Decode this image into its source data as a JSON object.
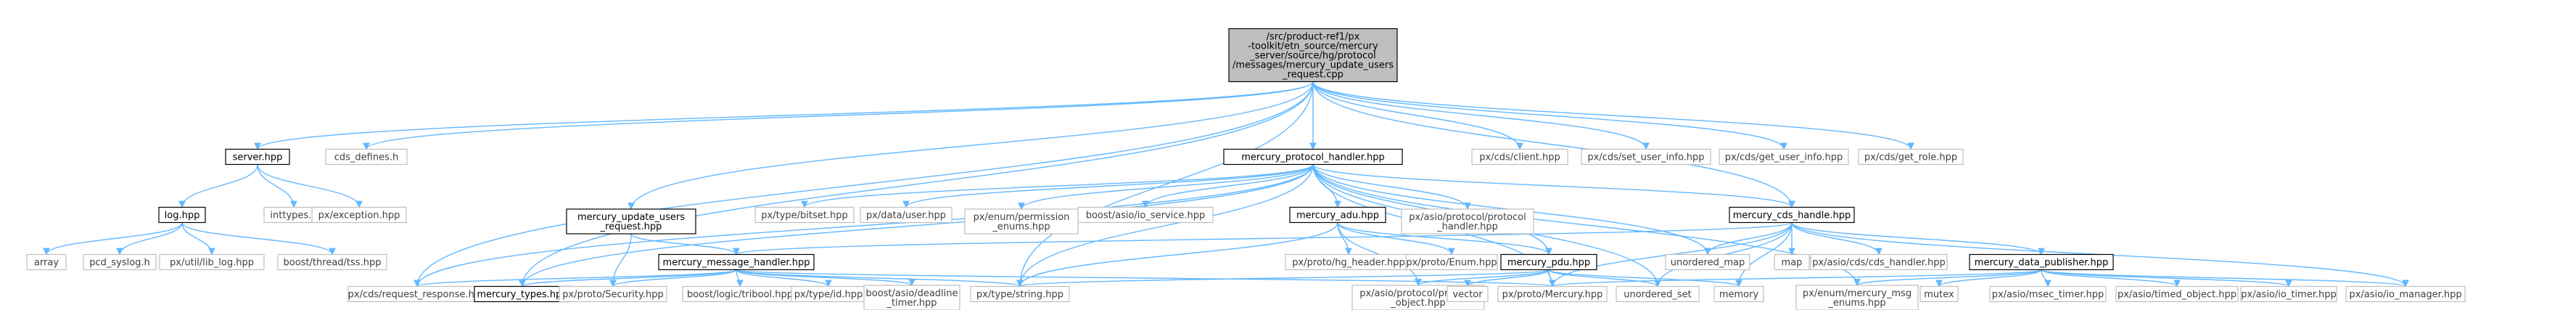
{
  "graph": {
    "root": "root",
    "nodes": [
      {
        "id": "root",
        "lines": [
          "/src/product-ref1/px",
          "-toolkit/etn_source/mercury",
          "_server/source/hg/protocol",
          "/messages/mercury_update_users",
          "_request.cpp"
        ],
        "style": "root"
      },
      {
        "id": "server_hpp",
        "lines": [
          "server.hpp"
        ],
        "style": "documented"
      },
      {
        "id": "cds_defines",
        "lines": [
          "cds_defines.h"
        ],
        "style": "plain"
      },
      {
        "id": "mph",
        "lines": [
          "mercury_protocol_handler.hpp"
        ],
        "style": "documented"
      },
      {
        "id": "client",
        "lines": [
          "px/cds/client.hpp"
        ],
        "style": "plain"
      },
      {
        "id": "set_user_info",
        "lines": [
          "px/cds/set_user_info.hpp"
        ],
        "style": "plain"
      },
      {
        "id": "get_user_info",
        "lines": [
          "px/cds/get_user_info.hpp"
        ],
        "style": "plain"
      },
      {
        "id": "get_role",
        "lines": [
          "px/cds/get_role.hpp"
        ],
        "style": "plain"
      },
      {
        "id": "log_hpp",
        "lines": [
          "log.hpp"
        ],
        "style": "documented"
      },
      {
        "id": "inttypes",
        "lines": [
          "inttypes.h"
        ],
        "style": "plain"
      },
      {
        "id": "exception",
        "lines": [
          "px/exception.hpp"
        ],
        "style": "plain"
      },
      {
        "id": "array",
        "lines": [
          "array"
        ],
        "style": "plain"
      },
      {
        "id": "pcd_syslog",
        "lines": [
          "pcd_syslog.h"
        ],
        "style": "plain"
      },
      {
        "id": "lib_log",
        "lines": [
          "px/util/lib_log.hpp"
        ],
        "style": "plain"
      },
      {
        "id": "tss",
        "lines": [
          "boost/thread/tss.hpp"
        ],
        "style": "plain"
      },
      {
        "id": "update_users",
        "lines": [
          "mercury_update_users",
          "_request.hpp"
        ],
        "style": "documented"
      },
      {
        "id": "bitset",
        "lines": [
          "px/type/bitset.hpp"
        ],
        "style": "plain"
      },
      {
        "id": "user",
        "lines": [
          "px/data/user.hpp"
        ],
        "style": "plain"
      },
      {
        "id": "permission",
        "lines": [
          "px/enum/permission",
          "_enums.hpp"
        ],
        "style": "plain"
      },
      {
        "id": "io_service",
        "lines": [
          "boost/asio/io_service.hpp"
        ],
        "style": "plain"
      },
      {
        "id": "adu",
        "lines": [
          "mercury_adu.hpp"
        ],
        "style": "documented"
      },
      {
        "id": "asio_protocol_handler",
        "lines": [
          "px/asio/protocol/protocol",
          "_handler.hpp"
        ],
        "style": "plain"
      },
      {
        "id": "cds_handle",
        "lines": [
          "mercury_cds_handle.hpp"
        ],
        "style": "documented"
      },
      {
        "id": "msg_handler",
        "lines": [
          "mercury_message_handler.hpp"
        ],
        "style": "documented"
      },
      {
        "id": "hg_header",
        "lines": [
          "px/proto/hg_header.hpp"
        ],
        "style": "plain"
      },
      {
        "id": "proto_enum",
        "lines": [
          "px/proto/Enum.hpp"
        ],
        "style": "plain"
      },
      {
        "id": "pdu",
        "lines": [
          "mercury_pdu.hpp"
        ],
        "style": "documented"
      },
      {
        "id": "unordered_map",
        "lines": [
          "unordered_map"
        ],
        "style": "plain"
      },
      {
        "id": "map",
        "lines": [
          "map"
        ],
        "style": "plain"
      },
      {
        "id": "cds_handler",
        "lines": [
          "px/asio/cds/cds_handler.hpp"
        ],
        "style": "plain"
      },
      {
        "id": "data_publisher",
        "lines": [
          "mercury_data_publisher.hpp"
        ],
        "style": "documented"
      },
      {
        "id": "request_response",
        "lines": [
          "px/cds/request_response.hpp"
        ],
        "style": "plain"
      },
      {
        "id": "mercury_types",
        "lines": [
          "mercury_types.hpp"
        ],
        "style": "documented"
      },
      {
        "id": "security",
        "lines": [
          "px/proto/Security.hpp"
        ],
        "style": "plain"
      },
      {
        "id": "tribool",
        "lines": [
          "boost/logic/tribool.hpp"
        ],
        "style": "plain"
      },
      {
        "id": "type_id",
        "lines": [
          "px/type/id.hpp"
        ],
        "style": "plain"
      },
      {
        "id": "deadline_timer",
        "lines": [
          "boost/asio/deadline",
          "_timer.hpp"
        ],
        "style": "plain"
      },
      {
        "id": "type_string",
        "lines": [
          "px/type/string.hpp"
        ],
        "style": "plain"
      },
      {
        "id": "protocol_object",
        "lines": [
          "px/asio/protocol/protocol",
          "_object.hpp"
        ],
        "style": "plain"
      },
      {
        "id": "vector",
        "lines": [
          "vector"
        ],
        "style": "plain"
      },
      {
        "id": "proto_mercury",
        "lines": [
          "px/proto/Mercury.hpp"
        ],
        "style": "plain"
      },
      {
        "id": "unordered_set",
        "lines": [
          "unordered_set"
        ],
        "style": "plain"
      },
      {
        "id": "memory",
        "lines": [
          "memory"
        ],
        "style": "plain"
      },
      {
        "id": "msg_enums",
        "lines": [
          "px/enum/mercury_msg",
          "_enums.hpp"
        ],
        "style": "plain"
      },
      {
        "id": "mutex",
        "lines": [
          "mutex"
        ],
        "style": "plain"
      },
      {
        "id": "msec_timer",
        "lines": [
          "px/asio/msec_timer.hpp"
        ],
        "style": "plain"
      },
      {
        "id": "timed_object",
        "lines": [
          "px/asio/timed_object.hpp"
        ],
        "style": "plain"
      },
      {
        "id": "io_timer",
        "lines": [
          "px/asio/io_timer.hpp"
        ],
        "style": "plain"
      },
      {
        "id": "io_manager",
        "lines": [
          "px/asio/io_manager.hpp"
        ],
        "style": "plain"
      }
    ],
    "edges": [
      [
        "root",
        "server_hpp"
      ],
      [
        "root",
        "cds_defines"
      ],
      [
        "root",
        "mph"
      ],
      [
        "root",
        "client"
      ],
      [
        "root",
        "set_user_info"
      ],
      [
        "root",
        "get_user_info"
      ],
      [
        "root",
        "get_role"
      ],
      [
        "root",
        "update_users"
      ],
      [
        "root",
        "cds_handle"
      ],
      [
        "root",
        "mercury_types"
      ],
      [
        "root",
        "request_response"
      ],
      [
        "root",
        "type_string"
      ],
      [
        "server_hpp",
        "log_hpp"
      ],
      [
        "server_hpp",
        "inttypes"
      ],
      [
        "server_hpp",
        "exception"
      ],
      [
        "log_hpp",
        "array"
      ],
      [
        "log_hpp",
        "pcd_syslog"
      ],
      [
        "log_hpp",
        "lib_log"
      ],
      [
        "log_hpp",
        "tss"
      ],
      [
        "update_users",
        "msg_handler"
      ],
      [
        "update_users",
        "security"
      ],
      [
        "mph",
        "bitset"
      ],
      [
        "mph",
        "user"
      ],
      [
        "mph",
        "permission"
      ],
      [
        "mph",
        "io_service"
      ],
      [
        "mph",
        "adu"
      ],
      [
        "mph",
        "asio_protocol_handler"
      ],
      [
        "mph",
        "cds_handle"
      ],
      [
        "mph",
        "pdu"
      ],
      [
        "mph",
        "unordered_map"
      ],
      [
        "mph",
        "unordered_set"
      ],
      [
        "mph",
        "msg_enums"
      ],
      [
        "mph",
        "proto_mercury"
      ],
      [
        "mph",
        "type_string"
      ],
      [
        "mph",
        "mercury_types"
      ],
      [
        "mph",
        "request_response"
      ],
      [
        "adu",
        "hg_header"
      ],
      [
        "adu",
        "proto_enum"
      ],
      [
        "adu",
        "pdu"
      ],
      [
        "adu",
        "type_string"
      ],
      [
        "adu",
        "protocol_object"
      ],
      [
        "cds_handle",
        "msg_handler"
      ],
      [
        "cds_handle",
        "unordered_map"
      ],
      [
        "cds_handle",
        "map"
      ],
      [
        "cds_handle",
        "cds_handler"
      ],
      [
        "cds_handle",
        "data_publisher"
      ],
      [
        "cds_handle",
        "unordered_set"
      ],
      [
        "cds_handle",
        "memory"
      ],
      [
        "cds_handle",
        "proto_mercury"
      ],
      [
        "cds_handle",
        "io_manager"
      ],
      [
        "msg_handler",
        "request_response"
      ],
      [
        "msg_handler",
        "mercury_types"
      ],
      [
        "msg_handler",
        "security"
      ],
      [
        "msg_handler",
        "tribool"
      ],
      [
        "msg_handler",
        "type_id"
      ],
      [
        "msg_handler",
        "deadline_timer"
      ],
      [
        "msg_handler",
        "type_string"
      ],
      [
        "msg_handler",
        "proto_mercury"
      ],
      [
        "pdu",
        "type_string"
      ],
      [
        "pdu",
        "protocol_object"
      ],
      [
        "pdu",
        "vector"
      ],
      [
        "pdu",
        "proto_mercury"
      ],
      [
        "pdu",
        "unordered_set"
      ],
      [
        "pdu",
        "memory"
      ],
      [
        "data_publisher",
        "msg_enums"
      ],
      [
        "data_publisher",
        "proto_mercury"
      ],
      [
        "data_publisher",
        "mutex"
      ],
      [
        "data_publisher",
        "msec_timer"
      ],
      [
        "data_publisher",
        "timed_object"
      ],
      [
        "data_publisher",
        "io_timer"
      ],
      [
        "data_publisher",
        "io_manager"
      ]
    ]
  }
}
